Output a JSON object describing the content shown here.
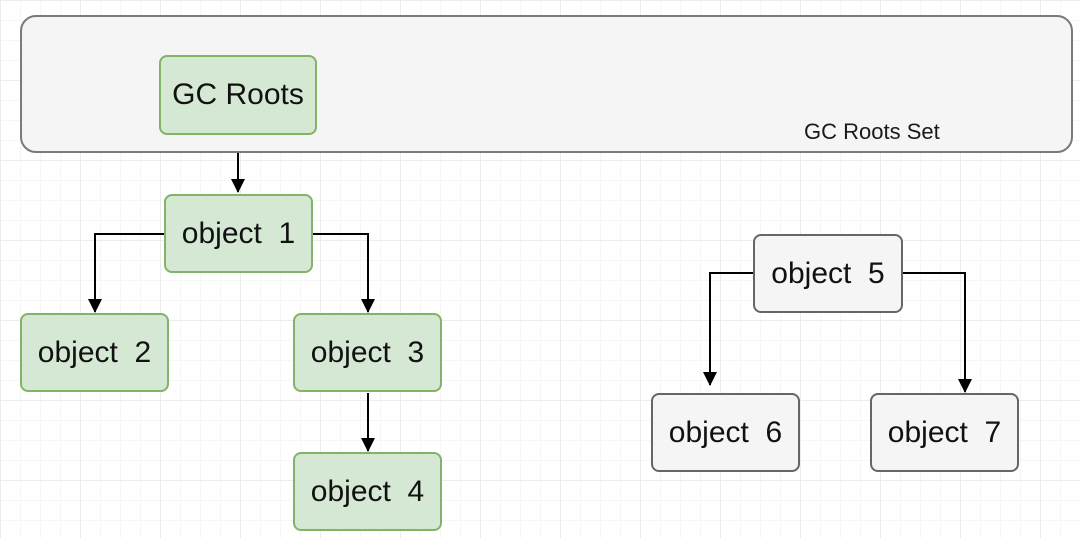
{
  "diagram": {
    "container": {
      "label": "GC Roots Set"
    },
    "nodes": {
      "gc_roots": {
        "label": "GC Roots"
      },
      "object1": {
        "label": "object  1"
      },
      "object2": {
        "label": "object  2"
      },
      "object3": {
        "label": "object  3"
      },
      "object4": {
        "label": "object  4"
      },
      "object5": {
        "label": "object  5"
      },
      "object6": {
        "label": "object  6"
      },
      "object7": {
        "label": "object  7"
      }
    },
    "edges": [
      {
        "from": "GC Roots",
        "to": "object 1"
      },
      {
        "from": "object 1",
        "to": "object 2"
      },
      {
        "from": "object 1",
        "to": "object 3"
      },
      {
        "from": "object 3",
        "to": "object 4"
      },
      {
        "from": "object 5",
        "to": "object 6"
      },
      {
        "from": "object 5",
        "to": "object 7"
      }
    ],
    "colors": {
      "reachable_fill": "#d5e8d4",
      "reachable_stroke": "#82b366",
      "unreachable_fill": "#f5f5f5",
      "unreachable_stroke": "#666666",
      "container_fill": "#f5f5f5",
      "edge": "#000000"
    }
  }
}
